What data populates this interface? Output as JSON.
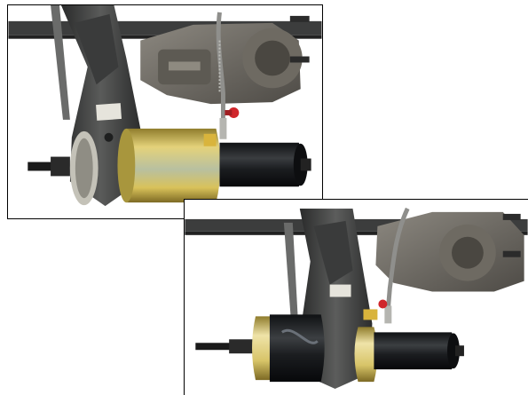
{
  "figure": {
    "panels": [
      {
        "id": "top",
        "subject": "suspension-arm-with-press-tool-installed-view-1"
      },
      {
        "id": "bottom",
        "subject": "suspension-arm-with-press-tool-installed-view-2"
      }
    ]
  },
  "colors": {
    "arm_dark": "#2f3030",
    "arm_mid": "#4b4c4c",
    "brake_gray": "#7a7770",
    "tool_black": "#1a1c1e",
    "sleeve_gold": "#c9b24e",
    "brass": "#d9b43c",
    "red_valve": "#d0262b",
    "hose_gray": "#9a9a98",
    "background": "#ffffff"
  }
}
